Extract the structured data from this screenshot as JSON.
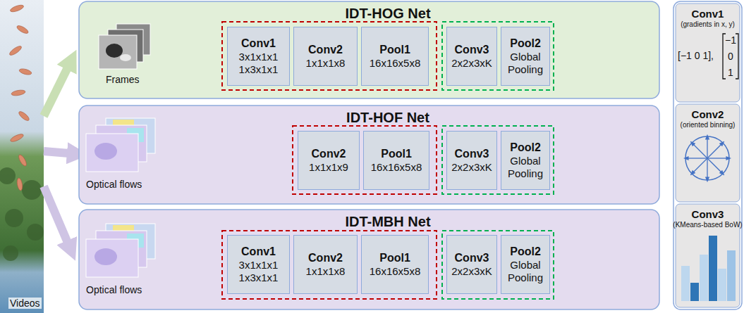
{
  "diagram": {
    "nodes": [
      {
        "text": [
          "IDT-HOG Net",
          "Frames"
        ]
      },
      {
        "text": [
          "Conv1",
          "3x1x1x1 1x3x1x1"
        ],
        "in": 0
      },
      {
        "text": [
          "Conv2",
          "1x1x1x8"
        ],
        "in": 0
      },
      {
        "text": [
          "Pool1",
          "16x16x5x8"
        ],
        "in": 0
      },
      {
        "text": [
          "Conv3",
          "2x2x3xK"
        ],
        "in": 0
      },
      {
        "text": [
          "Pool2",
          "Global Pooling"
        ],
        "in": 0
      },
      {
        "text": [
          "IDT-HOF Net",
          "Optical flows"
        ]
      },
      {
        "text": [
          "Conv2",
          "1x1x1x9"
        ],
        "in": 6
      },
      {
        "text": [
          "Pool1",
          "16x16x5x8"
        ],
        "in": 6
      },
      {
        "text": [
          "Conv3",
          "2x2x3xK"
        ],
        "in": 6
      },
      {
        "text": [
          "Pool2",
          "Global Pooling"
        ],
        "in": 6
      },
      {
        "text": [
          "IDT-MBH Net",
          "Optical flows"
        ]
      },
      {
        "text": [
          "Conv1",
          "3x1x1x1 1x3x1x1"
        ],
        "in": 11
      },
      {
        "text": [
          "Conv2",
          "1x1x1x8"
        ],
        "in": 11
      },
      {
        "text": [
          "Pool1",
          "16x16x5x8"
        ],
        "in": 11
      },
      {
        "text": [
          "Conv3",
          "2x2x3xK"
        ],
        "in": 11
      },
      {
        "text": [
          "Pool2",
          "Global Pooling"
        ],
        "in": 11
      },
      {
        "text": [
          "Conv1",
          "(gradients in x, y)"
        ]
      },
      {
        "text": [
          "Conv2",
          "(oriented binning)"
        ]
      },
      {
        "text": [
          "Conv3",
          "(KMeans-based BoW)"
        ]
      }
    ],
    "labels": [
      "Videos",
      "[−1 0 1],",
      "−1",
      "0",
      "1"
    ]
  }
}
